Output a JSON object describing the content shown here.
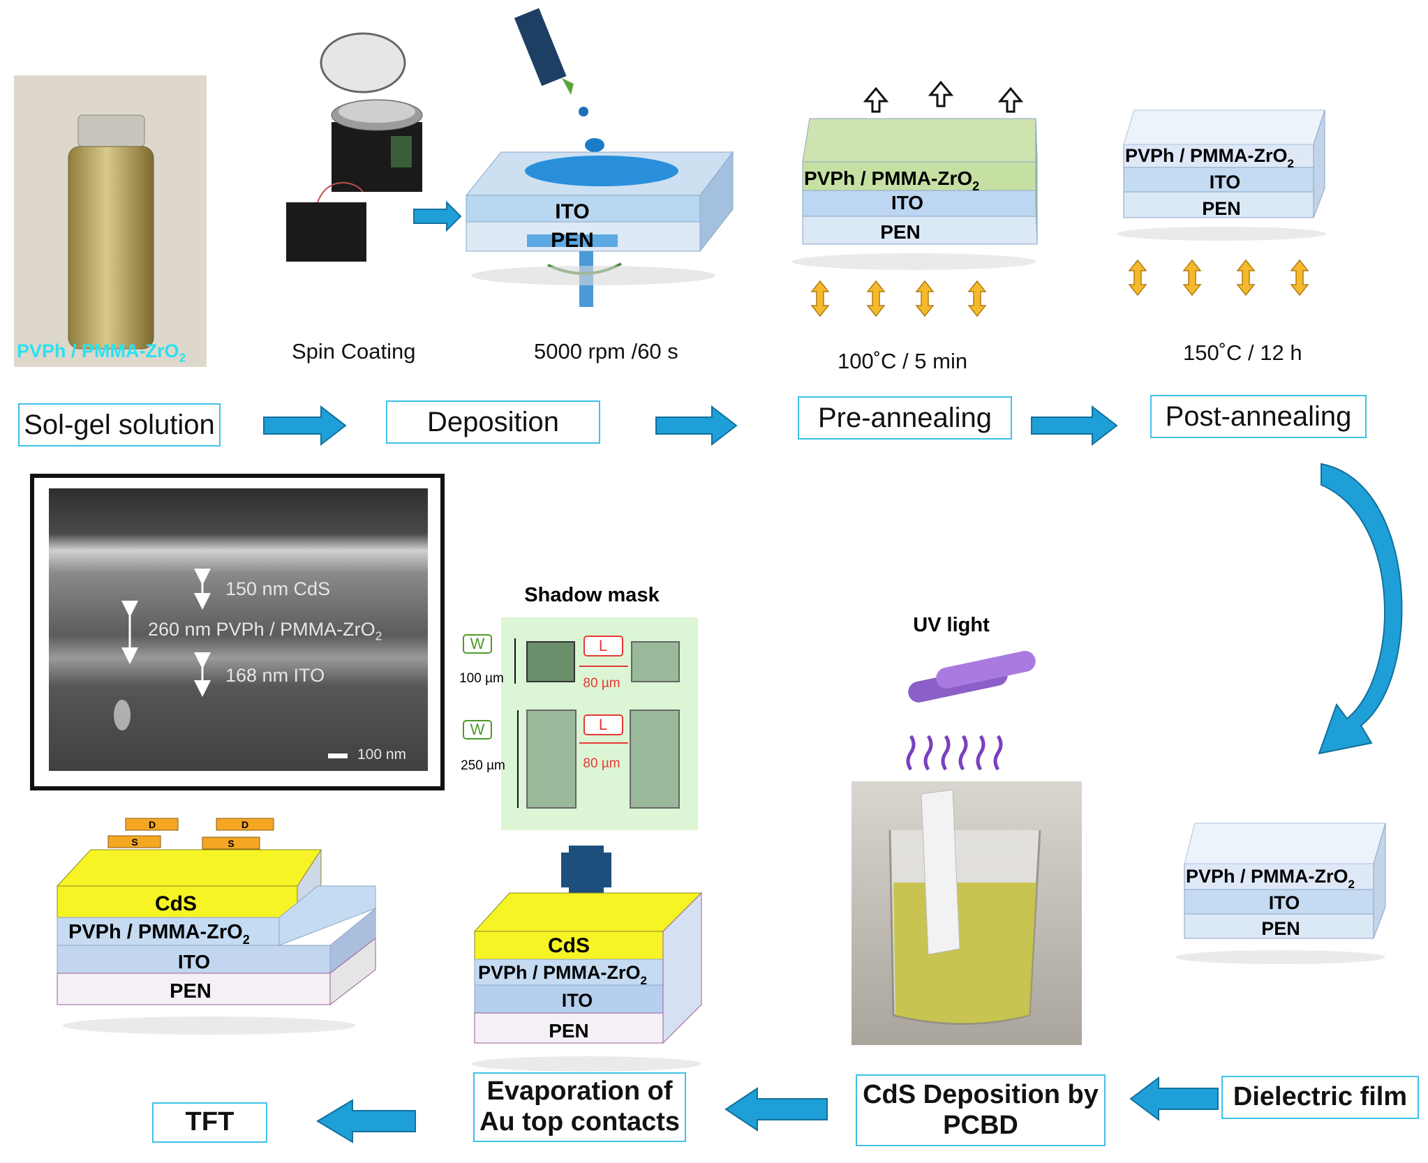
{
  "photo_label": "PVPh / PMMA-ZrO",
  "photo_label_sub": "2",
  "captions": {
    "spin_coating": "Spin Coating",
    "spin_speed": "5000 rpm /60 s",
    "pre_anneal_cond": "100˚C / 5 min",
    "post_anneal_cond": "150˚C / 12 h"
  },
  "steps": {
    "sol_gel": "Sol-gel solution",
    "deposition": "Deposition",
    "pre_annealing": "Pre-annealing",
    "post_annealing": "Post-annealing",
    "dielectric": "Dielectric film",
    "cds_line1": "CdS Deposition by",
    "cds_line2": "PCBD",
    "evap_line1": "Evaporation of",
    "evap_line2": "Au top contacts",
    "tft": "TFT"
  },
  "layers": {
    "ito": "ITO",
    "pen": "PEN",
    "pvph": "PVPh / PMMA-ZrO",
    "sub2": "2",
    "cds": "CdS",
    "d": "D",
    "s": "S"
  },
  "sem": {
    "cds": "150 nm CdS",
    "dielectric": "260 nm  PVPh / PMMA-ZrO",
    "dielectric_sub": "2",
    "ito": "168 nm  ITO",
    "scale": "100 nm"
  },
  "mask": {
    "title": "Shadow mask",
    "w": "W",
    "l": "L",
    "w100": "100 µm",
    "w250": "250 µm",
    "l80": "80 µm",
    "plus_colour": "#1d4f7c"
  },
  "uv": {
    "title": "UV light"
  },
  "colors": {
    "accent_blue": "#1e9fd8",
    "box_border": "#3fc1ea",
    "cds_yellow": "#f7f425",
    "dielectric_green": "#c6e0a4",
    "contact_orange": "#f5a623"
  }
}
